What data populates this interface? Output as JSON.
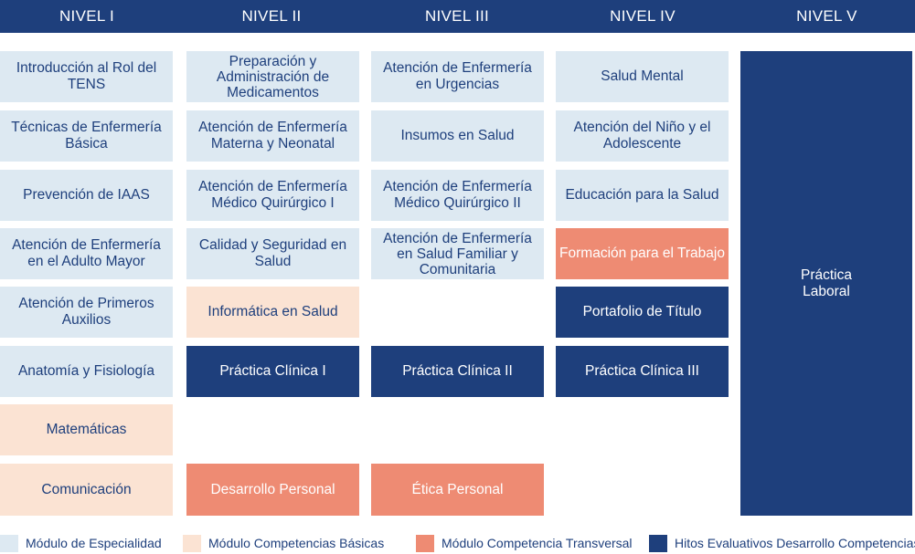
{
  "header": {
    "levels": [
      "NIVEL I",
      "NIVEL  II",
      "NIVEL III",
      "NIVEL IV",
      "NIVEL V"
    ]
  },
  "columns": {
    "nivel1": [
      {
        "label": "Introducción al Rol del TENS",
        "type": "especialidad"
      },
      {
        "label": "Técnicas de Enfermería Básica",
        "type": "especialidad"
      },
      {
        "label": "Prevención de IAAS",
        "type": "especialidad"
      },
      {
        "label": "Atención de Enfermería en el Adulto Mayor",
        "type": "especialidad"
      },
      {
        "label": "Atención de Primeros Auxilios",
        "type": "especialidad"
      },
      {
        "label": "Anatomía y Fisiología",
        "type": "especialidad"
      },
      {
        "label": "Matemáticas",
        "type": "basicas"
      },
      {
        "label": "Comunicación",
        "type": "basicas"
      }
    ],
    "nivel2": [
      {
        "label": "Preparación y Administración de Medicamentos",
        "type": "especialidad"
      },
      {
        "label": "Atención de Enfermería Materna y Neonatal",
        "type": "especialidad"
      },
      {
        "label": "Atención de Enfermería Médico Quirúrgico I",
        "type": "especialidad"
      },
      {
        "label": "Calidad y Seguridad en Salud",
        "type": "especialidad"
      },
      {
        "label": "Informática en Salud",
        "type": "basicas"
      },
      {
        "label": "Práctica Clínica I",
        "type": "hitos"
      },
      {
        "label": "Desarrollo Personal",
        "type": "transversal"
      }
    ],
    "nivel3": [
      {
        "label": "Atención de Enfermería en Urgencias",
        "type": "especialidad"
      },
      {
        "label": "Insumos en Salud",
        "type": "especialidad"
      },
      {
        "label": "Atención de Enfermería Médico Quirúrgico II",
        "type": "especialidad"
      },
      {
        "label": "Atención de Enfermería en Salud Familiar y Comunitaria",
        "type": "especialidad"
      },
      {
        "label": "Práctica Clínica II",
        "type": "hitos"
      },
      {
        "label": "Ética Personal",
        "type": "transversal"
      }
    ],
    "nivel4": [
      {
        "label": "Salud Mental",
        "type": "especialidad"
      },
      {
        "label": "Atención del Niño y el Adolescente",
        "type": "especialidad"
      },
      {
        "label": "Educación para la Salud",
        "type": "especialidad"
      },
      {
        "label": "Formación para el Trabajo",
        "type": "transversal"
      },
      {
        "label": "Portafolio de Título",
        "type": "hitos"
      },
      {
        "label": "Práctica Clínica III",
        "type": "hitos"
      }
    ],
    "nivel5": [
      {
        "label": "Práctica Laboral",
        "type": "hitos"
      }
    ]
  },
  "legend": [
    {
      "label": "Módulo de Especialidad",
      "color": "#dde9f2"
    },
    {
      "label": "Módulo Competencias Básicas",
      "color": "#fbe3d3"
    },
    {
      "label": "Módulo Competencia Transversal",
      "color": "#ee8b73"
    },
    {
      "label": "Hitos Evaluativos Desarrollo Competencias",
      "color": "#1e3f7c"
    }
  ],
  "colors": {
    "especialidad": "#dde9f2",
    "basicas": "#fbe3d3",
    "transversal": "#ee8b73",
    "hitos": "#1e3f7c",
    "header": "#1e3f7c"
  }
}
